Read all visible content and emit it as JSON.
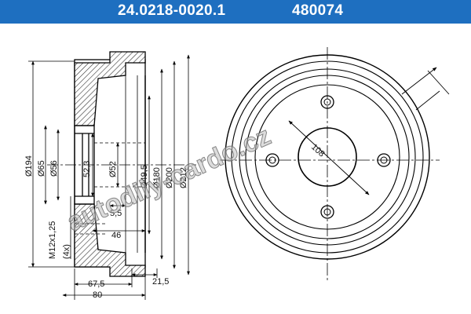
{
  "header": {
    "part_number": "24.0218-0020.1",
    "ref_number": "480074",
    "background": "#1e6fc0"
  },
  "dimensions": {
    "d194": "Ø194",
    "d65": "Ø65",
    "d56": "Ø56",
    "d52": "Ø52",
    "d49_5": "Ø49,5",
    "d180": "Ø180",
    "d200": "Ø200",
    "d212": "Ø212",
    "d52_3": "52,3",
    "thread": "M12x1,25",
    "count": "(4x)",
    "w5_5": "5,5",
    "w46": "46",
    "w67_5": "67,5",
    "w21_5": "21,5",
    "w80": "80",
    "pcd": "108"
  },
  "watermark": {
    "text": "autodily-cardo.cz"
  }
}
